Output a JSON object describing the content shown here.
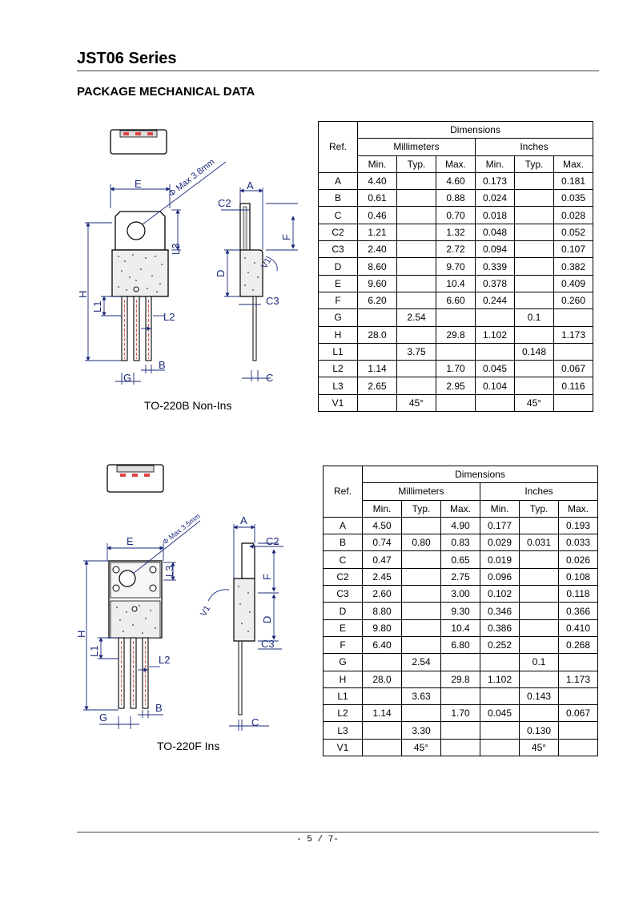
{
  "header": {
    "title": "JST06 Series"
  },
  "section_title": "PACKAGE MECHANICAL DATA",
  "footer": {
    "page": "- 5 / 7-"
  },
  "table_headers": {
    "ref": "Ref.",
    "dimensions": "Dimensions",
    "millimeters": "Millimeters",
    "inches": "Inches",
    "min": "Min.",
    "typ": "Typ.",
    "max": "Max."
  },
  "package1": {
    "caption": "TO-220B Non-Ins",
    "drawing_labels": {
      "diameter": "Φ Max 3.8mm",
      "E": "E",
      "A": "A",
      "C2": "C2",
      "F": "F",
      "L3": "L3",
      "D": "D",
      "H": "H",
      "L1": "L1",
      "C3": "C3",
      "V1": "V1",
      "L2": "L2",
      "B": "B",
      "G": "G",
      "C": "C"
    },
    "rows": [
      [
        "A",
        "4.40",
        "",
        "4.60",
        "0.173",
        "",
        "0.181"
      ],
      [
        "B",
        "0.61",
        "",
        "0.88",
        "0.024",
        "",
        "0.035"
      ],
      [
        "C",
        "0.46",
        "",
        "0.70",
        "0.018",
        "",
        "0.028"
      ],
      [
        "C2",
        "1.21",
        "",
        "1.32",
        "0.048",
        "",
        "0.052"
      ],
      [
        "C3",
        "2.40",
        "",
        "2.72",
        "0.094",
        "",
        "0.107"
      ],
      [
        "D",
        "8.60",
        "",
        "9.70",
        "0.339",
        "",
        "0.382"
      ],
      [
        "E",
        "9.60",
        "",
        "10.4",
        "0.378",
        "",
        "0.409"
      ],
      [
        "F",
        "6.20",
        "",
        "6.60",
        "0.244",
        "",
        "0.260"
      ],
      [
        "G",
        "",
        "2.54",
        "",
        "",
        "0.1",
        ""
      ],
      [
        "H",
        "28.0",
        "",
        "29.8",
        "1.102",
        "",
        "1.173"
      ],
      [
        "L1",
        "",
        "3.75",
        "",
        "",
        "0.148",
        ""
      ],
      [
        "L2",
        "1.14",
        "",
        "1.70",
        "0.045",
        "",
        "0.067"
      ],
      [
        "L3",
        "2.65",
        "",
        "2.95",
        "0.104",
        "",
        "0.116"
      ],
      [
        "V1",
        "",
        "45°",
        "",
        "",
        "45°",
        ""
      ]
    ]
  },
  "package2": {
    "caption": "TO-220F Ins",
    "drawing_labels": {
      "diameter": "Φ Max 3.5mm",
      "E": "E",
      "A": "A",
      "C2": "C2",
      "F": "F",
      "L3": "L3",
      "D": "D",
      "H": "H",
      "L1": "L1",
      "C3": "C3",
      "V1": "V1",
      "L2": "L2",
      "B": "B",
      "G": "G",
      "C": "C"
    },
    "rows": [
      [
        "A",
        "4.50",
        "",
        "4.90",
        "0.177",
        "",
        "0.193"
      ],
      [
        "B",
        "0.74",
        "0.80",
        "0.83",
        "0.029",
        "0.031",
        "0.033"
      ],
      [
        "C",
        "0.47",
        "",
        "0.65",
        "0.019",
        "",
        "0.026"
      ],
      [
        "C2",
        "2.45",
        "",
        "2.75",
        "0.096",
        "",
        "0.108"
      ],
      [
        "C3",
        "2.60",
        "",
        "3.00",
        "0.102",
        "",
        "0.118"
      ],
      [
        "D",
        "8.80",
        "",
        "9.30",
        "0.346",
        "",
        "0.366"
      ],
      [
        "E",
        "9.80",
        "",
        "10.4",
        "0.386",
        "",
        "0.410"
      ],
      [
        "F",
        "6.40",
        "",
        "6.80",
        "0.252",
        "",
        "0.268"
      ],
      [
        "G",
        "",
        "2.54",
        "",
        "",
        "0.1",
        ""
      ],
      [
        "H",
        "28.0",
        "",
        "29.8",
        "1.102",
        "",
        "1.173"
      ],
      [
        "L1",
        "",
        "3.63",
        "",
        "",
        "0.143",
        ""
      ],
      [
        "L2",
        "1.14",
        "",
        "1.70",
        "0.045",
        "",
        "0.067"
      ],
      [
        "L3",
        "",
        "3.30",
        "",
        "",
        "0.130",
        ""
      ],
      [
        "V1",
        "",
        "45°",
        "",
        "",
        "45°",
        ""
      ]
    ]
  }
}
